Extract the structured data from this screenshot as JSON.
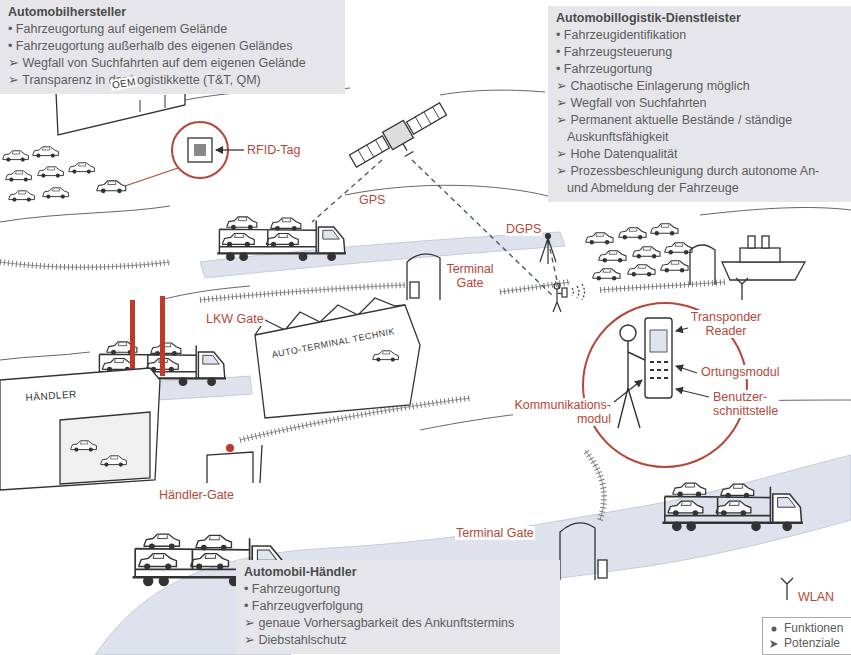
{
  "diagram": {
    "nodes": [
      {
        "text": [
          "Automobilhersteller",
          "• Fahrzeugortung auf eigenem Gelände",
          "• Fahrzeugortung außerhalb des eigenen Geländes",
          "➢ Wegfall von Suchfahrten auf dem eigenen Gelände",
          "➢ Transparenz in der Logistikkette (T&T, QM)"
        ]
      },
      {
        "text": [
          "Automobillogistik-Dienstleister",
          "• Fahrzeugidentifikation",
          "• Fahrzeugsteuerung",
          "• Fahrzeugortung",
          "➢ Chaotische Einlagerung möglich",
          "➢ Wegfall von Suchfahrten",
          "➢ Permanent aktuelle Bestände / ständige Auskunftsfähigkeit",
          "➢ Hohe Datenqualität",
          "➢ Prozessbeschleunigung durch autonome An- und Abmeldung der Fahrzeuge"
        ]
      },
      {
        "text": [
          "Automobil-Händler",
          "• Fahrzeugortung",
          "• Fahrzeugverfolgung",
          "➢ genaue Vorhersagbarkeit des Ankunftstermins",
          "➢ Diebstahlschutz"
        ]
      }
    ],
    "labels": [
      "OEM",
      "RFID-Tag",
      "GPS",
      "DGPS",
      "Terminal Gate",
      "LKW Gate",
      "AUTO-TERMINAL TECHNIK",
      "Transponder Reader",
      "Ortungsmodul",
      "Kommunikations- modul",
      "Benutzer- schnittstelle",
      "HÄNDLER",
      "Händler-Gate",
      "Terminal Gate",
      "WLAN"
    ],
    "legend": [
      {
        "text": "Funktionen"
      },
      {
        "text": "Potenziale"
      }
    ]
  }
}
